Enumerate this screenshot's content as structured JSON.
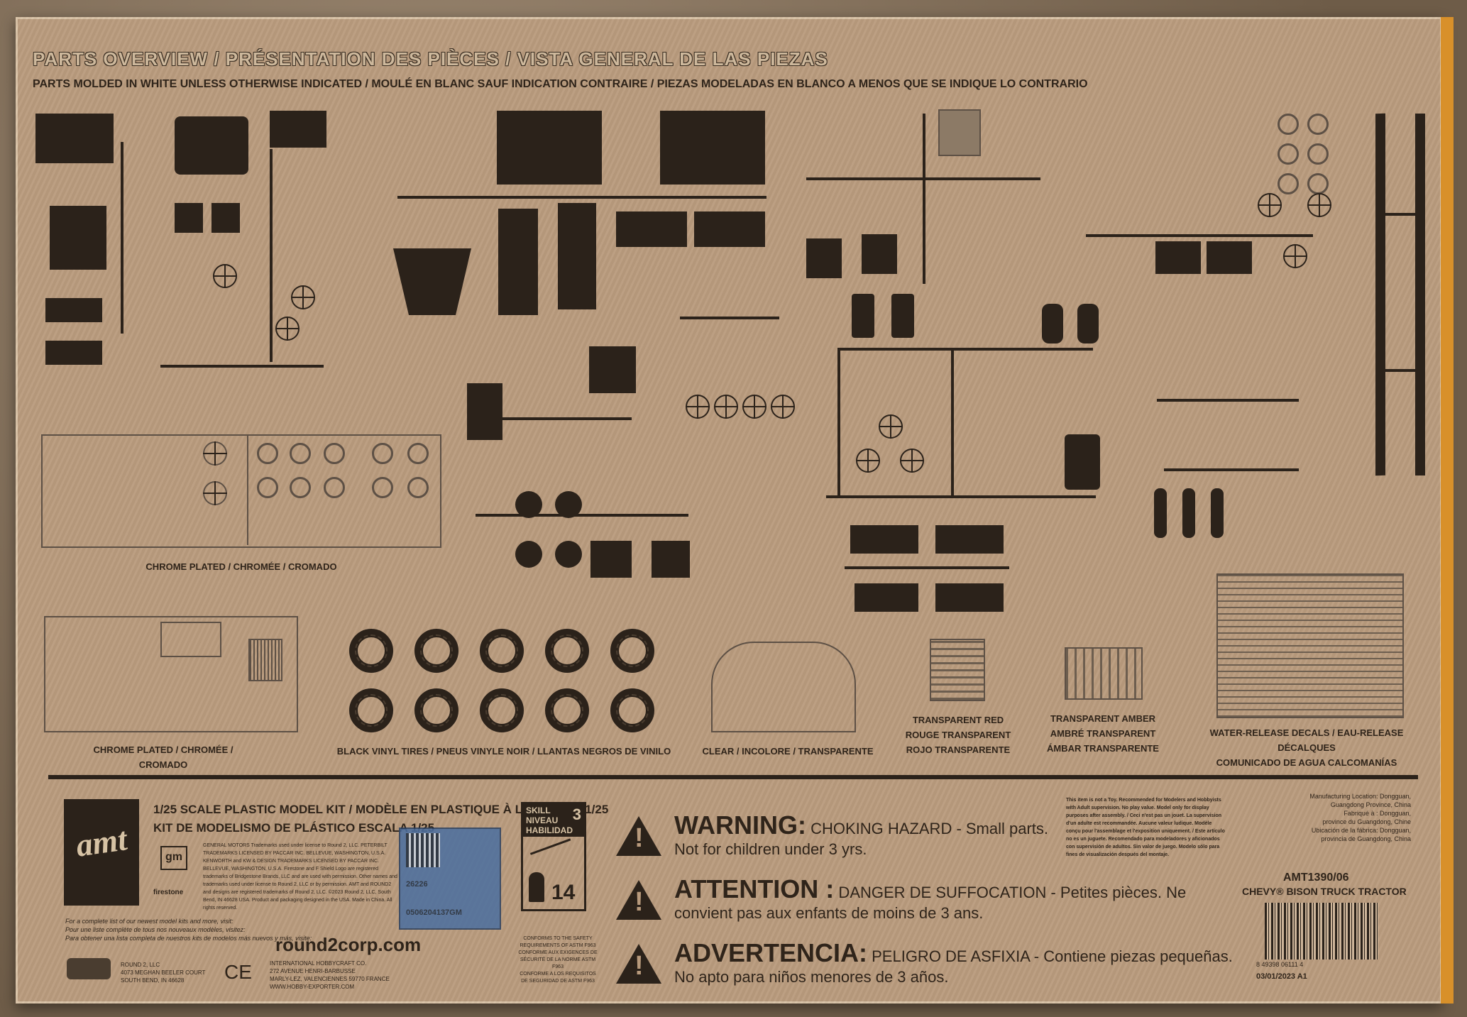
{
  "header": {
    "title": "PARTS OVERVIEW / PRÉSENTATION DES PIÈCES / VISTA GENERAL DE LAS PIEZAS",
    "subtitle": "PARTS MOLDED IN WHITE UNLESS OTHERWISE INDICATED / MOULÉ EN BLANC SAUF INDICATION CONTRAIRE / PIEZAS MODELADAS EN BLANCO A MENOS QUE SE INDIQUE LO CONTRARIO"
  },
  "labels": {
    "chrome1": "CHROME PLATED / CHROMÉE / CROMADO",
    "chrome2": "CHROME PLATED / CHROMÉE / CROMADO",
    "tires": "BLACK VINYL TIRES / PNEUS VINYLE NOIR / LLANTAS NEGROS DE VINILO",
    "clear": "CLEAR / INCOLORE / TRANSPARENTE",
    "red": [
      "TRANSPARENT RED",
      "ROUGE TRANSPARENT",
      "ROJO TRANSPARENTE"
    ],
    "amber": [
      "TRANSPARENT AMBER",
      "AMBRÉ TRANSPARENT",
      "ÁMBAR TRANSPARENTE"
    ],
    "decals": [
      "WATER-RELEASE DECALS / EAU-RELEASE DÉCALQUES",
      "COMUNICADO DE AGUA CALCOMANÍAS"
    ]
  },
  "footer": {
    "brand": "amt",
    "scale": [
      "1/25 SCALE PLASTIC MODEL KIT / MODÈLE EN PLASTIQUE À L'ÉCHELLE 1/25",
      "KIT DE MODELISMO DE PLÁSTICO ESCALA 1/25"
    ],
    "gm": "gm",
    "firestone": "firestone",
    "legal": "GENERAL MOTORS Trademarks used under license to Round 2, LLC. PETERBILT TRADEMARKS LICENSED BY PACCAR INC. BELLEVUE, WASHINGTON, U.S.A. KENWORTH and KW & DESIGN TRADEMARKS LICENSED BY PACCAR INC. BELLEVUE, WASHINGTON, U.S.A. Firestone and F Shield Logo are registered trademarks of Bridgestone Brands, LLC and are used with permission. Other names and trademarks used under license to Round 2, LLC or by permission. AMT and ROUND2 and designs are registered trademarks of Round 2, LLC. ©2023 Round 2, LLC, South Bend, IN 46628 USA. Product and packaging designed in the USA. Made in China. All rights reserved.",
    "qr_code": "26226",
    "qr_serial": "0506204137GM",
    "skill": [
      "SKILL",
      "NIVEAU",
      "HABILIDAD"
    ],
    "skill_level": "3",
    "age": "14",
    "website_note": [
      "For a complete list of our newest model kits and more, visit:",
      "Pour une liste complète de tous nos nouveaux modèles, visitez:",
      "Para obtener una lista completa de nuestros kits de modelos más nuevos y más, visite:"
    ],
    "website": "round2corp.com",
    "conforms": [
      "CONFORMS TO THE SAFETY",
      "REQUIREMENTS OF ASTM F963",
      "CONFORME AUX EXIGENCES DE",
      "SÉCURITÉ DE LA NORME ASTM F963",
      "CONFORME A LOS REQUISITOS",
      "DE SEGURIDAD DE ASTM F963"
    ],
    "address1": [
      "ROUND 2, LLC",
      "4073 MEGHAN BEELER COURT",
      "SOUTH BEND, IN 46628"
    ],
    "ce": "CE",
    "address2": [
      "INTERNATIONAL HOBBYCRAFT CO.",
      "272 AVENUE HENRI-BARBUSSE",
      "MARLY-LEZ, VALENCIENNES 59770 FRANCE",
      "WWW.HOBBY-EXPORTER.COM"
    ],
    "warnings": [
      {
        "head": "WARNING:",
        "rest": " CHOKING HAZARD - Small parts.",
        "line2": "Not for children under 3 yrs."
      },
      {
        "head": "ATTENTION :",
        "rest": " DANGER DE SUFFOCATION - Petites pièces. Ne",
        "line2": "convient pas aux enfants de moins de 3 ans."
      },
      {
        "head": "ADVERTENCIA:",
        "rest": " PELIGRO DE ASFIXIA - Contiene piezas pequeñas.",
        "line2": "No apto para niños menores de 3 años."
      }
    ],
    "toy_note": "This item is not a Toy. Recommended for Modelers and Hobbyists with Adult supervision. No play value. Model only for display purposes after assembly. / Ceci n'est pas un jouet. La supervision d'un adulte est recommandée. Aucune valeur ludique. Modèle conçu pour l'assemblage et l'exposition uniquement. / Este artículo no es un juguete. Recomendado para modeladores y aficionados con supervisión de adultos. Sin valor de juego. Modelo sólo para fines de visualización después del montaje.",
    "manufacturing": [
      "Manufacturing Location: Dongguan,",
      "Guangdong Province, China",
      "Fabriqué à : Dongguan,",
      "province du Guangdong, Chine",
      "Ubicación de la fábrica: Dongguan,",
      "provincia de Guangdong, China"
    ],
    "sku": "AMT1390/06",
    "product": "CHEVY® BISON TRUCK TRACTOR",
    "barcode_number": "8 49398 06111 4",
    "date": "03/01/2023 A1"
  },
  "colors": {
    "cardboard": "#b89a7c",
    "ink": "#2b221a",
    "qr_blue": "#4b6fa0",
    "box_edge": "#d8902a"
  }
}
